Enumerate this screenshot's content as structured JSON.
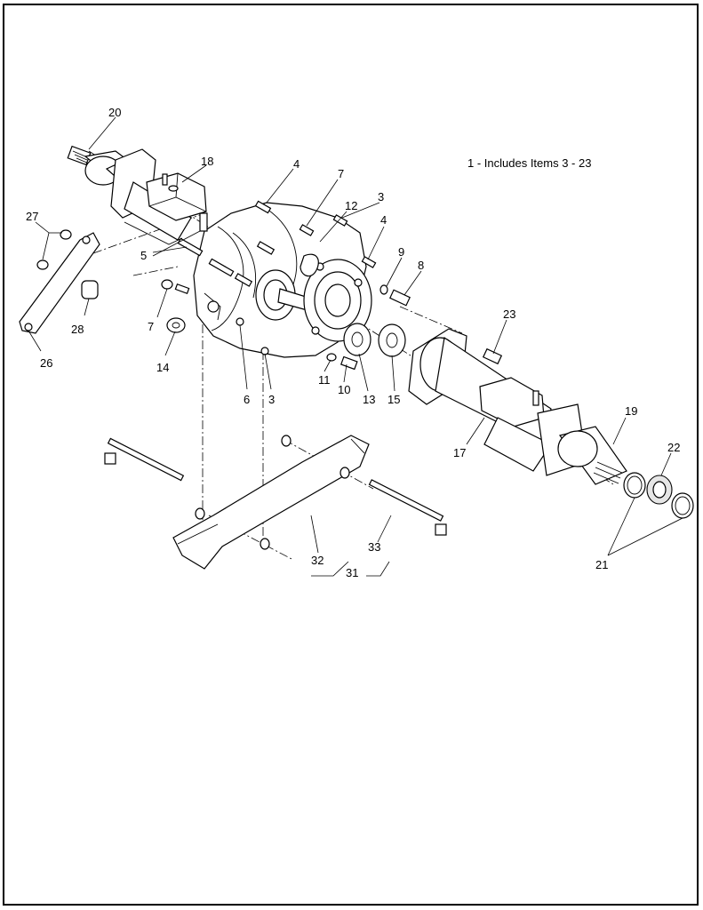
{
  "note": "1 - Includes Items 3 - 23",
  "callouts": {
    "c20": "20",
    "c18": "18",
    "c4a": "4",
    "c7a": "7",
    "c12": "12",
    "c3a": "3",
    "c4b": "4",
    "c9": "9",
    "c8": "8",
    "c27": "27",
    "c5": "5",
    "c7b": "7",
    "c28": "28",
    "c26": "26",
    "c14": "14",
    "c6": "6",
    "c3b": "3",
    "c11": "11",
    "c10": "10",
    "c13": "13",
    "c15": "15",
    "c23": "23",
    "c17": "17",
    "c19": "19",
    "c22": "22",
    "c21": "21",
    "c32": "32",
    "c33": "33",
    "c31": "31"
  }
}
